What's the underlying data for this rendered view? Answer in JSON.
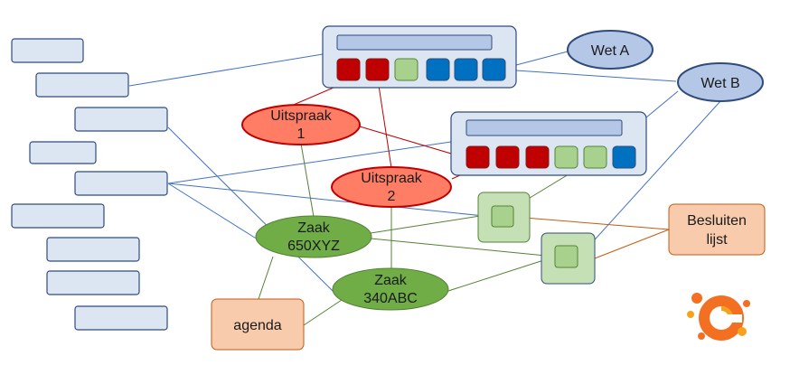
{
  "colors": {
    "box_fill": "#dce6f2",
    "box_stroke": "#2f4b7c",
    "blue_line": "#4472c4",
    "red_line": "#c00000",
    "green_line": "#548235",
    "orange_line": "#c55a11",
    "ellipse_blue": "#b4c7e7",
    "ellipse_red": "#ff7c65",
    "ellipse_green": "#70ad47",
    "orange_box": "#f8cbad",
    "dark_red": "#c00000",
    "light_green": "#a9d18e",
    "bright_blue": "#0070c0"
  },
  "nodes": {
    "wet_a": {
      "label": "Wet A"
    },
    "wet_b": {
      "label": "Wet B"
    },
    "uitspraak_1": {
      "line1": "Uitspraak",
      "line2": "1"
    },
    "uitspraak_2": {
      "line1": "Uitspraak",
      "line2": "2"
    },
    "zaak_650": {
      "line1": "Zaak",
      "line2": "650XYZ"
    },
    "zaak_340": {
      "line1": "Zaak",
      "line2": "340ABC"
    },
    "besluiten": {
      "line1": "Besluiten",
      "line2": "lijst"
    },
    "agenda": {
      "label": "agenda"
    }
  }
}
